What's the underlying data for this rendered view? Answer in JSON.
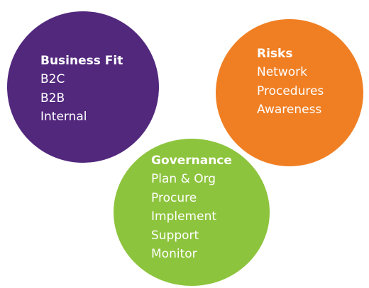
{
  "colors": {
    "business_fit": "#52287d",
    "risks": "#f07f23",
    "governance": "#8dc43d",
    "text": "#ffffff"
  },
  "circles": {
    "business_fit": {
      "title": "Business Fit",
      "items": [
        "B2C",
        "B2B",
        "Internal"
      ]
    },
    "risks": {
      "title": "Risks",
      "items": [
        "Network",
        "Procedures",
        "Awareness"
      ]
    },
    "governance": {
      "title": "Governance",
      "items": [
        "Plan & Org",
        "Procure",
        "Implement",
        "Support",
        "Monitor"
      ]
    }
  }
}
